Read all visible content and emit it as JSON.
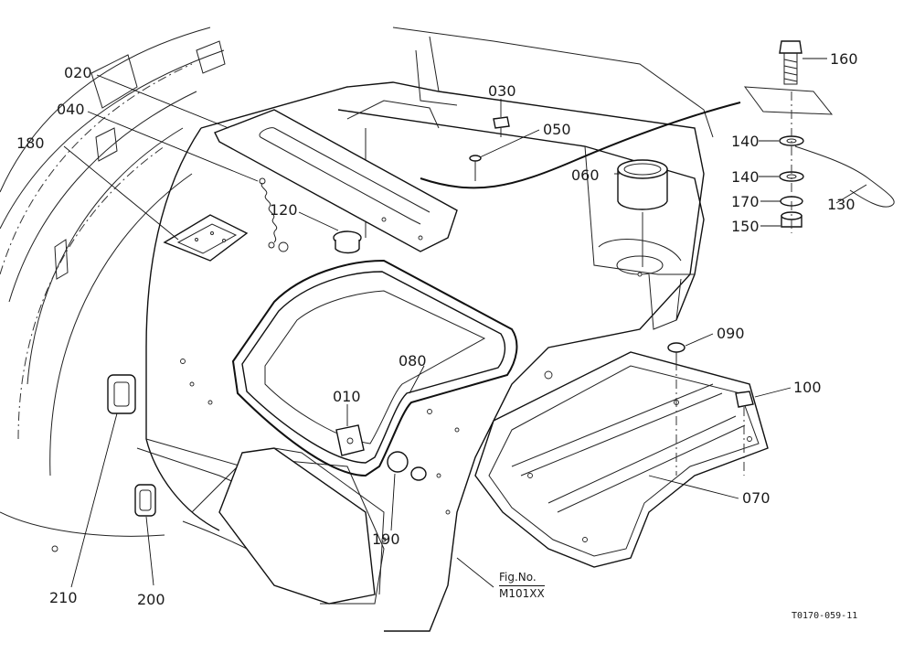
{
  "parts": [
    {
      "id": "p010",
      "number": "010"
    },
    {
      "id": "p020",
      "number": "020"
    },
    {
      "id": "p030",
      "number": "030"
    },
    {
      "id": "p040",
      "number": "040"
    },
    {
      "id": "p050",
      "number": "050"
    },
    {
      "id": "p060",
      "number": "060"
    },
    {
      "id": "p070",
      "number": "070"
    },
    {
      "id": "p080",
      "number": "080"
    },
    {
      "id": "p090",
      "number": "090"
    },
    {
      "id": "p100",
      "number": "100"
    },
    {
      "id": "p120",
      "number": "120"
    },
    {
      "id": "p130",
      "number": "130"
    },
    {
      "id": "p140a",
      "number": "140"
    },
    {
      "id": "p140b",
      "number": "140"
    },
    {
      "id": "p150",
      "number": "150"
    },
    {
      "id": "p160",
      "number": "160"
    },
    {
      "id": "p170",
      "number": "170"
    },
    {
      "id": "p180",
      "number": "180"
    },
    {
      "id": "p190",
      "number": "190"
    },
    {
      "id": "p200",
      "number": "200"
    },
    {
      "id": "p210",
      "number": "210"
    }
  ],
  "figure_reference": {
    "line1": "Fig.No.",
    "line2": "M101XX"
  },
  "drawing_code": "T0170-059-11"
}
